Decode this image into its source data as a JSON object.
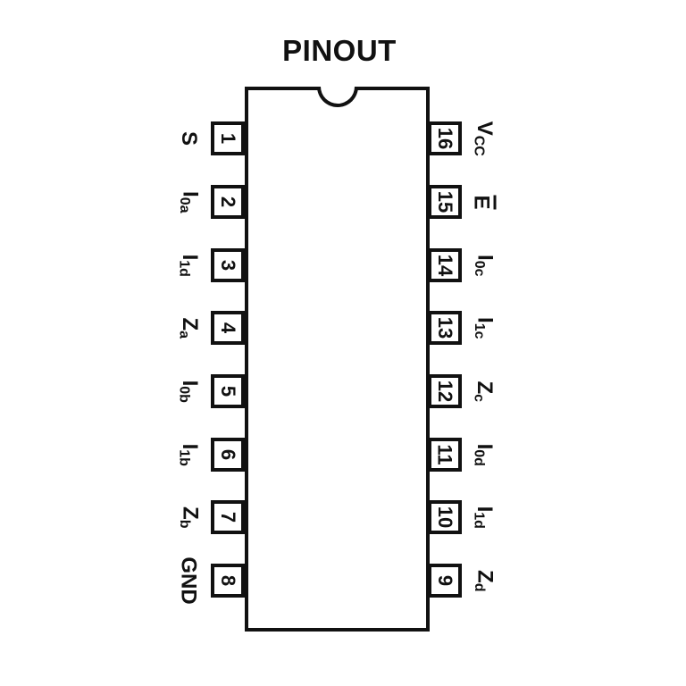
{
  "title": "PINOUT",
  "colors": {
    "ink": "#111111",
    "background": "#ffffff"
  },
  "chip": {
    "left_pins": [
      {
        "number": "1",
        "label": "S"
      },
      {
        "number": "2",
        "label": "I",
        "subscript": "0a"
      },
      {
        "number": "3",
        "label": "I",
        "subscript": "1d"
      },
      {
        "number": "4",
        "label": "Z",
        "subscript": "a"
      },
      {
        "number": "5",
        "label": "I",
        "subscript": "0b"
      },
      {
        "number": "6",
        "label": "I",
        "subscript": "1b"
      },
      {
        "number": "7",
        "label": "Z",
        "subscript": "b"
      },
      {
        "number": "8",
        "label": "GND"
      }
    ],
    "right_pins": [
      {
        "number": "16",
        "label": "V",
        "subscript": "CC"
      },
      {
        "number": "15",
        "label": "E",
        "overline": true
      },
      {
        "number": "14",
        "label": "I",
        "subscript": "0c"
      },
      {
        "number": "13",
        "label": "I",
        "subscript": "1c"
      },
      {
        "number": "12",
        "label": "Z",
        "subscript": "c"
      },
      {
        "number": "11",
        "label": "I",
        "subscript": "0d"
      },
      {
        "number": "10",
        "label": "I",
        "subscript": "1d"
      },
      {
        "number": "9",
        "label": "Z",
        "subscript": "d"
      }
    ]
  }
}
